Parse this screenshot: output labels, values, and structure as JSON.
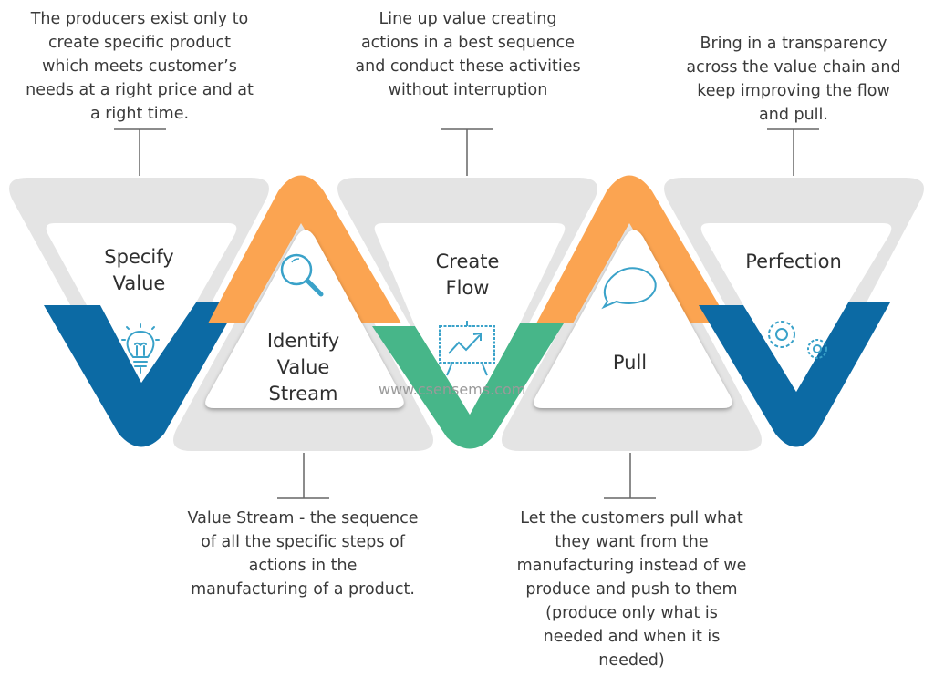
{
  "colors": {
    "gray_band": "#e4e4e4",
    "blue": "#0c6aa4",
    "orange": "#fba451",
    "green": "#47b689",
    "icon": "#3aa2c9",
    "connector": "#666666"
  },
  "steps": [
    {
      "label": "Specify\nValue",
      "icon": "lightbulb-icon",
      "description": "The producers exist only to\ncreate specific product\nwhich meets customer’s\nneeds at a right price and at\na right time."
    },
    {
      "label": "Identify\nValue\nStream",
      "icon": "magnifier-icon",
      "description": "Value Stream - the sequence\nof all the specific steps of\nactions in the\nmanufacturing of a product."
    },
    {
      "label": "Create\nFlow",
      "icon": "chart-board-icon",
      "description": "Line up value creating\nactions in a best sequence\nand conduct these activities\nwithout interruption"
    },
    {
      "label": "Pull",
      "icon": "speech-bubble-icon",
      "description": "Let the customers pull what\nthey want from the\nmanufacturing instead of we\nproduce and push to them\n(produce only what is\nneeded and when it is\nneeded)"
    },
    {
      "label": "Perfection",
      "icon": "gears-icon",
      "description": "Bring in a transparency\nacross the value chain and\nkeep improving the flow\nand pull."
    }
  ],
  "watermark": "www.csensems.com"
}
